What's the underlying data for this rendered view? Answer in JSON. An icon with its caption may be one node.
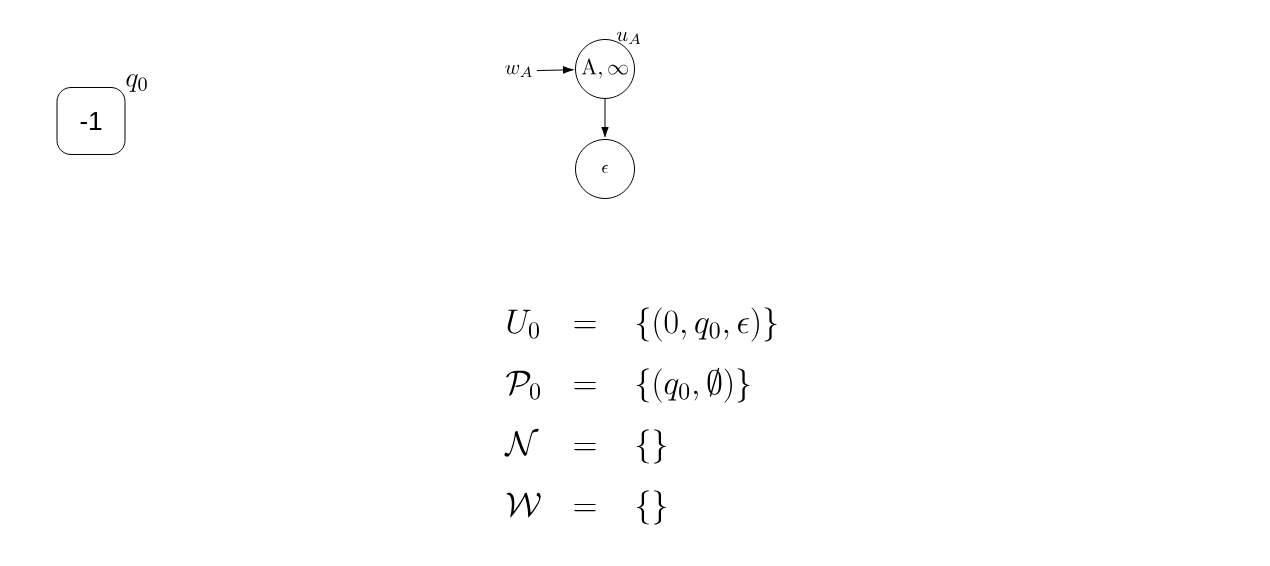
{
  "diagram": {
    "nodes": [
      {
        "text": [
          "-1"
        ],
        "beside": [
          "q_0"
        ]
      },
      {
        "text": [
          "w_A"
        ]
      },
      {
        "text": [
          "\\mathrm{A},\\infty"
        ],
        "beside": [
          "u_A"
        ]
      },
      {
        "text": [
          "\\epsilon"
        ]
      }
    ],
    "edges": [
      {
        "from": 1,
        "to": 2,
        "arrow": "to"
      },
      {
        "from": 2,
        "to": 3,
        "arrow": "to"
      }
    ],
    "labels": [
      "U_0",
      "=",
      "\\{(0, q_0, \\epsilon)\\}",
      "\\mathcal{P}_0",
      "=",
      "\\{(q_0, \\emptyset)\\}",
      "\\mathcal{N}",
      "=",
      "\\{\\}",
      "\\mathcal{W}",
      "=",
      "\\{\\}"
    ]
  }
}
